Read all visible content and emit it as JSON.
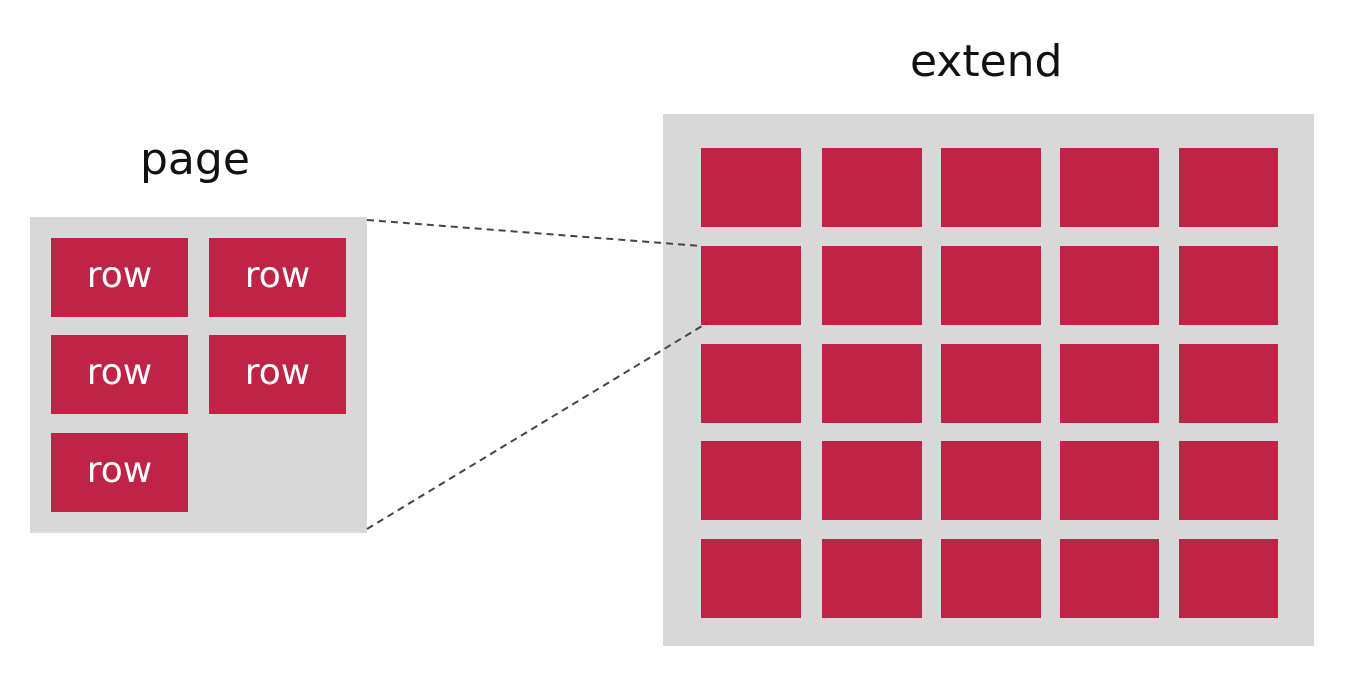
{
  "diagram": {
    "page": {
      "title": "page",
      "rows": [
        "row",
        "row",
        "row",
        "row",
        "row"
      ]
    },
    "extend": {
      "title": "extend",
      "grid_rows": 5,
      "grid_cols": 5
    },
    "colors": {
      "block": "#bf2447",
      "panel": "#d8d8d8",
      "text": "#111111",
      "block_text": "#ffffff",
      "connector": "#444444"
    }
  }
}
